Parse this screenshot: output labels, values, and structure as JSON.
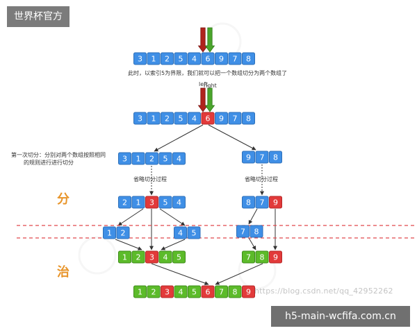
{
  "overlay": {
    "badge": "世界杯官方",
    "footer": "h5-main-wcfifa.com.cn"
  },
  "watermark": "https://blog.csdn.net/qq_42952262",
  "colors": {
    "blue": "#3f8fe6",
    "blue_dark": "#2d6fb8",
    "red": "#e23a3a",
    "red_dark": "#b52727",
    "green": "#5cbb2a",
    "green_dark": "#3d8b18",
    "arrow_red": "#b0231d",
    "arrow_green": "#4aa52c",
    "dash": "#e0474c",
    "phase": "#e8952b",
    "text": "#333333"
  },
  "labels": {
    "caption_top": "此时，以索引5为界限，我们就可以把一个数组切分为两个数组了",
    "pointer_left": "left",
    "pointer_right": "right",
    "first_split_line1": "第一次切分：分别对两个数组按照相同",
    "first_split_line2": "的规则进行进行切分",
    "omit_left": "省略切分过程",
    "omit_right": "省略切分过程",
    "phase_divide": "分",
    "phase_conquer": "治"
  },
  "rows": [
    {
      "id": "row-initial",
      "cells": [
        "3",
        "1",
        "2",
        "5",
        "4",
        "6",
        "9",
        "7",
        "8"
      ],
      "color": [
        "b",
        "b",
        "b",
        "b",
        "b",
        "b",
        "b",
        "b",
        "b"
      ]
    },
    {
      "id": "row-pivot",
      "cells": [
        "3",
        "1",
        "2",
        "5",
        "4",
        "6",
        "9",
        "7",
        "8"
      ],
      "color": [
        "b",
        "b",
        "b",
        "b",
        "b",
        "r",
        "b",
        "b",
        "b"
      ]
    },
    {
      "id": "row-left-sub",
      "cells": [
        "3",
        "1",
        "2",
        "5",
        "4"
      ],
      "color": [
        "b",
        "b",
        "b",
        "b",
        "b"
      ]
    },
    {
      "id": "row-right-sub",
      "cells": [
        "9",
        "7",
        "8"
      ],
      "color": [
        "b",
        "b",
        "b"
      ]
    },
    {
      "id": "row-left-split",
      "cells": [
        "2",
        "1",
        "3",
        "5",
        "4"
      ],
      "color": [
        "b",
        "b",
        "r",
        "b",
        "b"
      ]
    },
    {
      "id": "row-right-split",
      "cells": [
        "8",
        "7",
        "9"
      ],
      "color": [
        "b",
        "b",
        "r"
      ]
    },
    {
      "id": "row-left-a",
      "cells": [
        "1",
        "2"
      ],
      "color": [
        "b",
        "b"
      ]
    },
    {
      "id": "row-left-b",
      "cells": [
        "4",
        "5"
      ],
      "color": [
        "b",
        "b"
      ]
    },
    {
      "id": "row-right-a",
      "cells": [
        "7",
        "8"
      ],
      "color": [
        "b",
        "b"
      ]
    },
    {
      "id": "row-left-merged",
      "cells": [
        "1",
        "2",
        "3",
        "4",
        "5"
      ],
      "color": [
        "g",
        "g",
        "r",
        "g",
        "g"
      ]
    },
    {
      "id": "row-right-merged",
      "cells": [
        "7",
        "8",
        "9"
      ],
      "color": [
        "g",
        "g",
        "r"
      ]
    },
    {
      "id": "row-final",
      "cells": [
        "1",
        "2",
        "3",
        "4",
        "5",
        "6",
        "7",
        "8",
        "9"
      ],
      "color": [
        "g",
        "g",
        "r",
        "g",
        "g",
        "r",
        "g",
        "g",
        "r"
      ]
    }
  ]
}
